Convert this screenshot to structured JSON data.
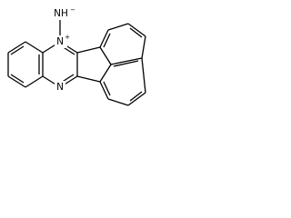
{
  "molecule": {
    "atoms": {
      "amine": {
        "symbol": "NH",
        "charge": "−"
      },
      "ring_n_cation": {
        "symbol": "N",
        "charge": "+"
      },
      "ring_n": {
        "symbol": "N",
        "charge": ""
      }
    }
  },
  "colors": {
    "bond": "#000000",
    "background": "#ffffff"
  }
}
